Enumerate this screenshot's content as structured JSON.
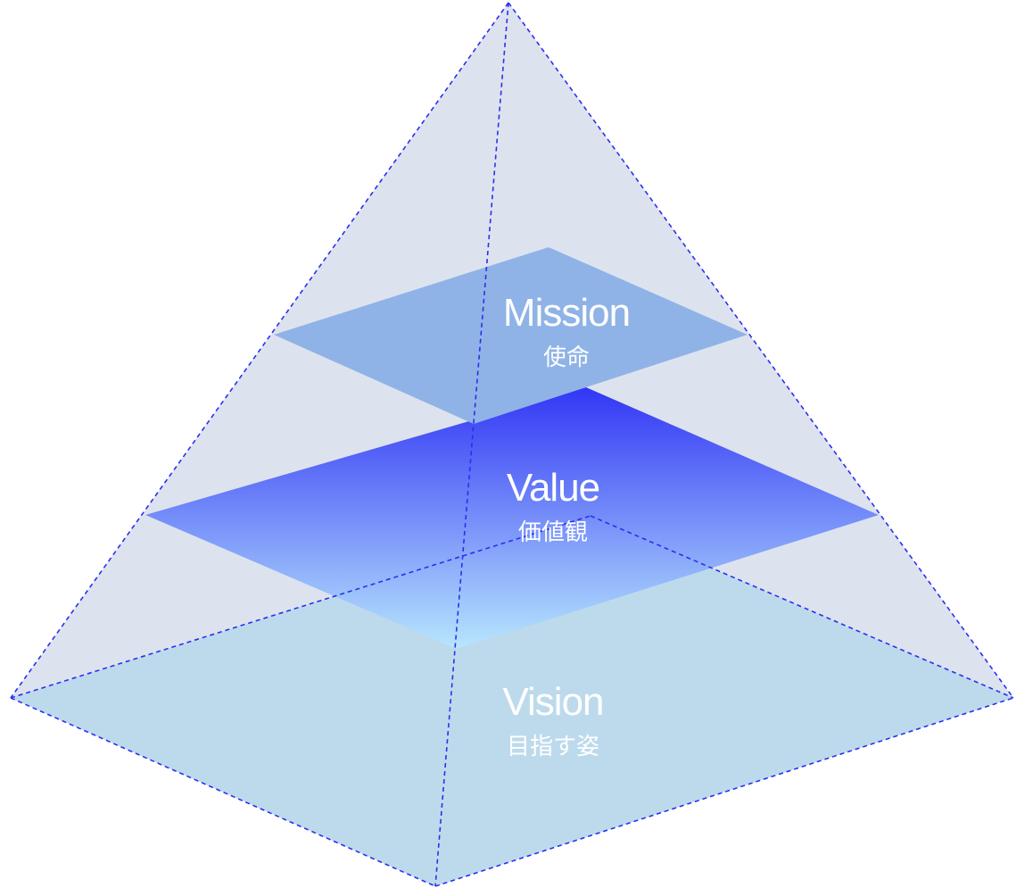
{
  "layers": [
    {
      "id": "mission",
      "title": "Mission",
      "subtitle": "使命"
    },
    {
      "id": "value",
      "title": "Value",
      "subtitle": "価値観"
    },
    {
      "id": "vision",
      "title": "Vision",
      "subtitle": "目指す姿"
    }
  ],
  "colors": {
    "pyramid": "#dde3ee",
    "base": "#bddaec",
    "mission": "#8fb3e6",
    "value_top": "#3236f5",
    "value_bottom": "#b8e6fd",
    "edge": "#2a2ff0"
  }
}
